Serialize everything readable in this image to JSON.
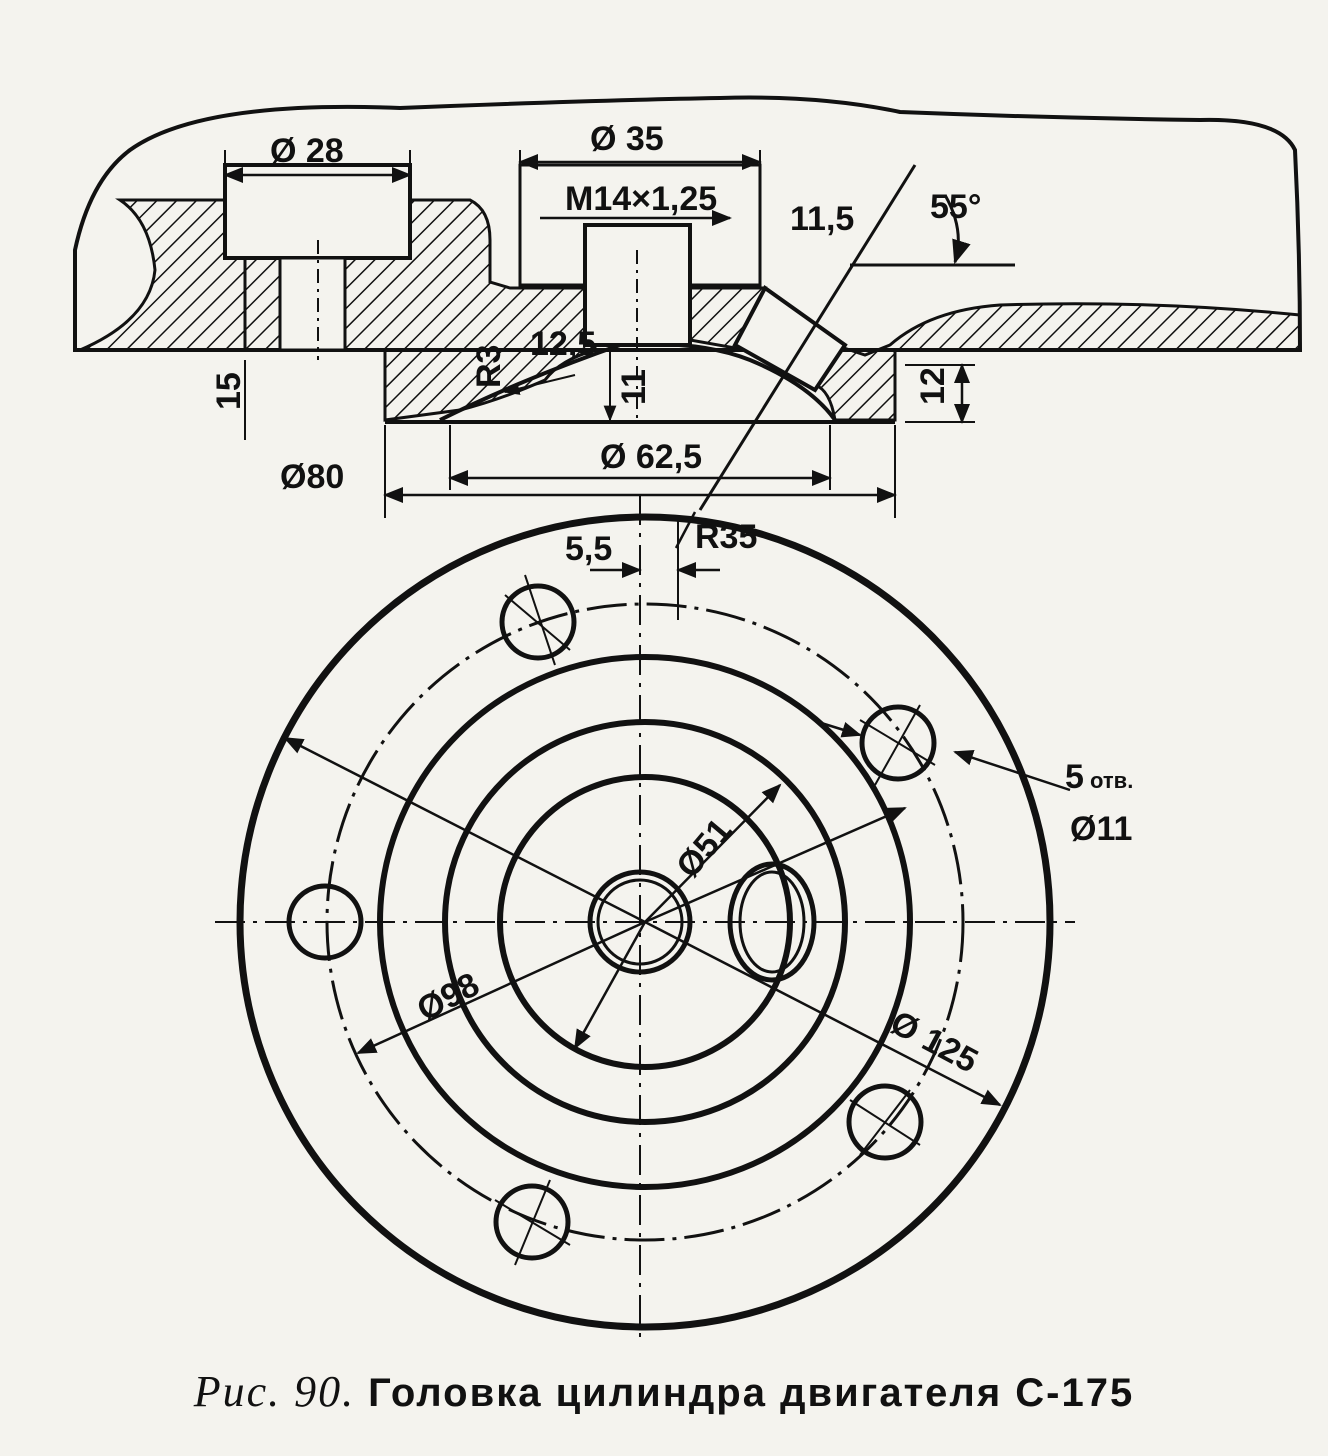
{
  "dimensions": {
    "d28": "Ø 28",
    "d35": "Ø 35",
    "thread": "M14×1,25",
    "len11_5": "11,5",
    "angle55": "55°",
    "r3": "R3",
    "len12_5": "12,5",
    "len11": "11",
    "len15": "15",
    "len12": "12",
    "d62_5": "Ø 62,5",
    "d80": "Ø80",
    "len5_5": "5,5",
    "r35": "R35",
    "holes_count": "5",
    "holes_label": "отв.",
    "holes_diameter": "Ø11",
    "d51": "Ø51",
    "d98": "Ø98",
    "d125": "Ø 125"
  },
  "caption": {
    "figure": "Рис. 90.",
    "title": "Головка цилиндра двигателя С-175"
  }
}
